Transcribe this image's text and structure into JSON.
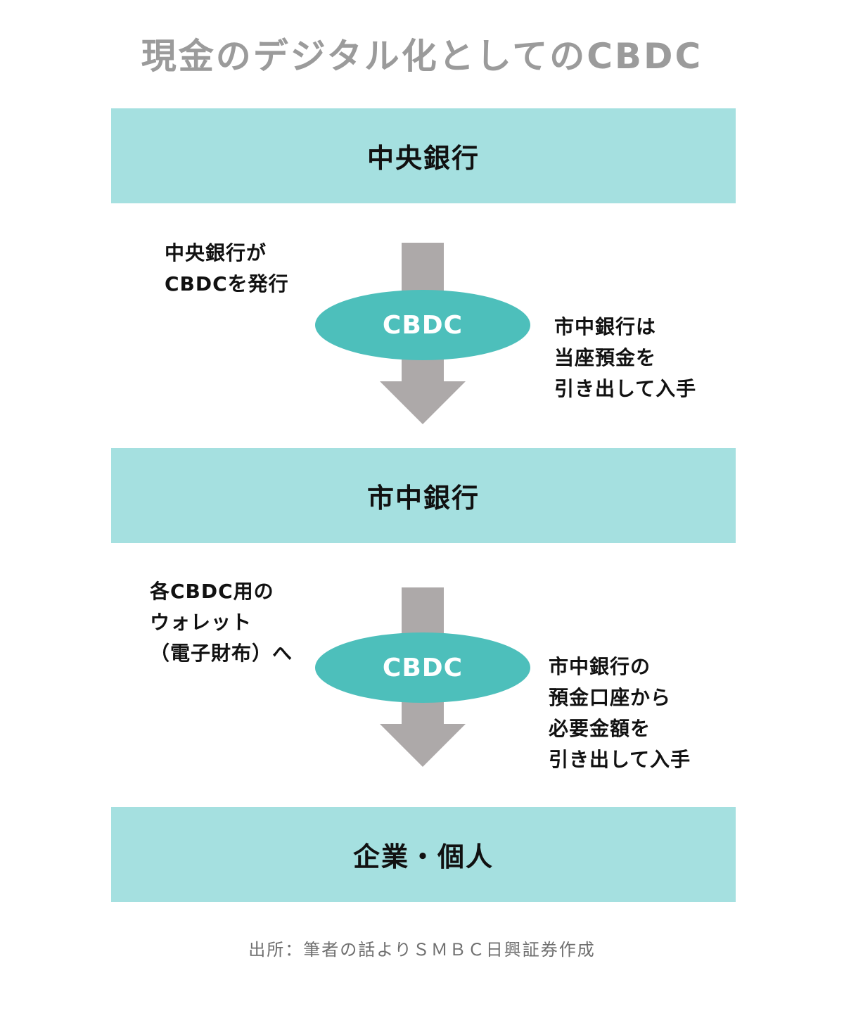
{
  "title": "現金のデジタル化としてのCBDC",
  "colors": {
    "band": "#a5e0e0",
    "ellipse": "#4dbfbb",
    "arrow": "#ada9a9",
    "title": "#9b9b9b"
  },
  "boxes": {
    "central_bank": "中央銀行",
    "commercial_bank": "市中銀行",
    "users": "企業・個人"
  },
  "flow1": {
    "token": "CBDC",
    "left_note": [
      "中央銀行が",
      "CBDCを発行"
    ],
    "right_note": [
      "市中銀行は",
      "当座預金を",
      "引き出して入手"
    ]
  },
  "flow2": {
    "token": "CBDC",
    "left_note": [
      "各CBDC用の",
      "ウォレット",
      "（電子財布）へ"
    ],
    "right_note": [
      "市中銀行の",
      "預金口座から",
      "必要金額を",
      "引き出して入手"
    ]
  },
  "source": "出所：筆者の話よりＳＭＢＣ日興証券作成"
}
